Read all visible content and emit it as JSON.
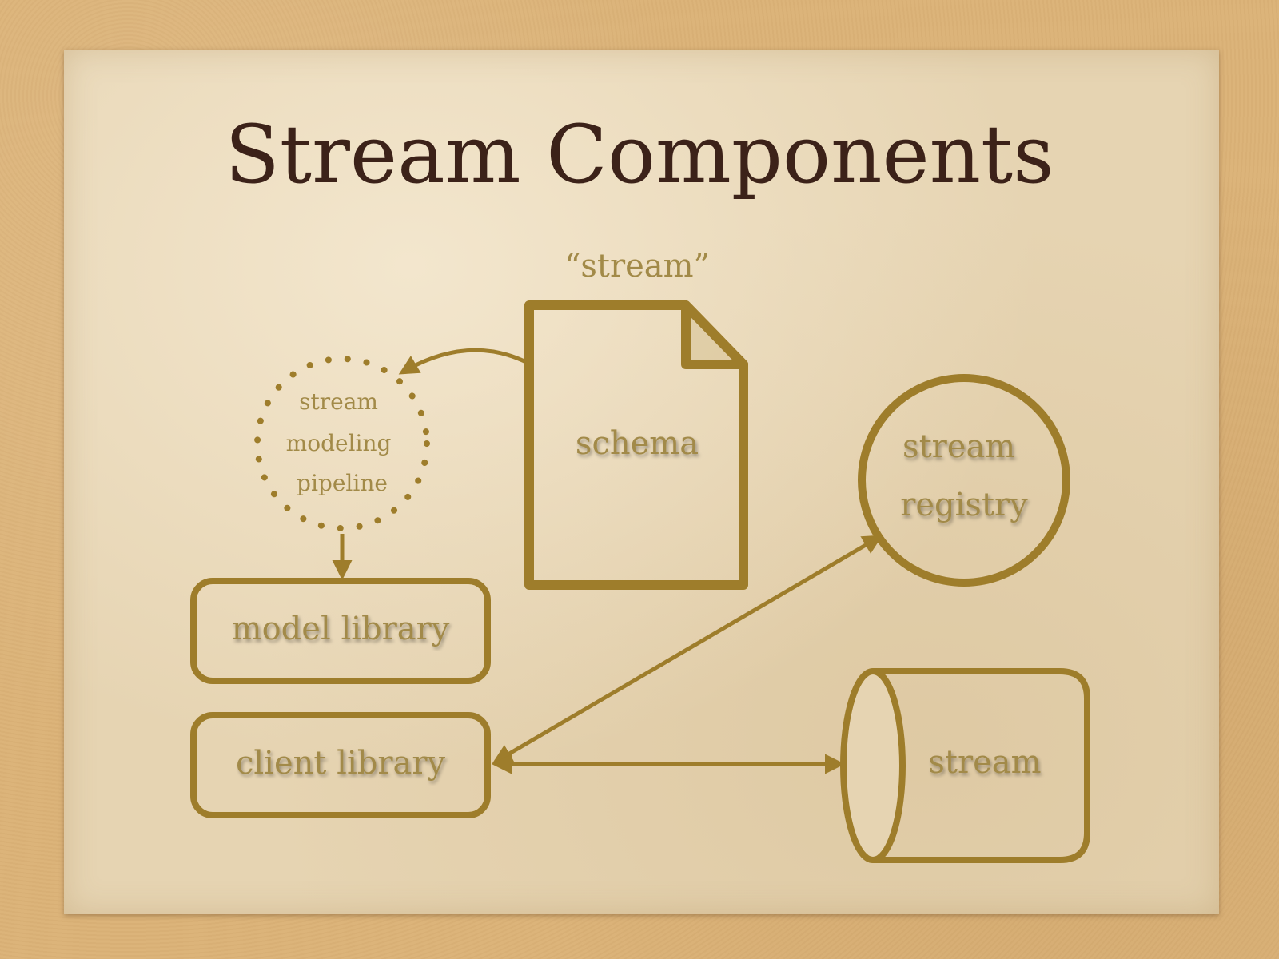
{
  "title": "Stream Components",
  "colors": {
    "accent": "#9e7d2b",
    "title": "#3c2219",
    "label": "#a28a48",
    "paper": "#e6d4b2",
    "background": "#dcb47a"
  },
  "nodes": {
    "schema_caption": "“stream”",
    "schema": "schema",
    "pipeline": [
      "stream",
      "modeling",
      "pipeline"
    ],
    "model_library": "model library",
    "client_library": "client library",
    "stream_registry": [
      "stream",
      "registry"
    ],
    "stream": "stream"
  },
  "shapes": {
    "schema": "document-icon",
    "pipeline": "dotted-circle",
    "model_library": "rounded-rectangle",
    "client_library": "rounded-rectangle",
    "stream_registry": "circle",
    "stream": "cylinder"
  },
  "edges": [
    {
      "from": "schema",
      "to": "pipeline",
      "style": "curved-arrow"
    },
    {
      "from": "pipeline",
      "to": "model_library",
      "style": "arrow"
    },
    {
      "from": "client_library",
      "to": "stream_registry",
      "style": "double-arrow"
    },
    {
      "from": "client_library",
      "to": "stream",
      "style": "double-arrow"
    }
  ]
}
